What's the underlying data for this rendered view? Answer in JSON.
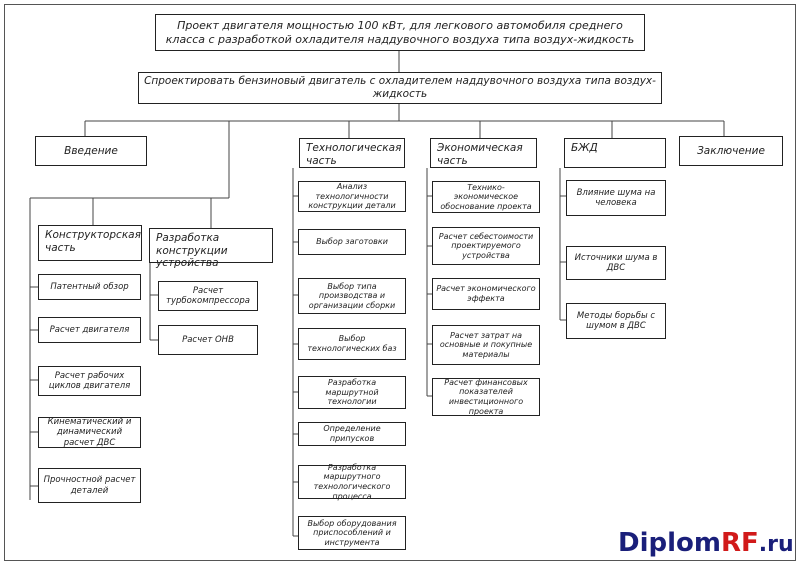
{
  "diagram": {
    "title": "Проект двигателя мощностью 100 кВт, для легкового автомобиля среднего класса с разработкой охладителя наддувочного воздуха типа воздух-жидкость",
    "goal": "Спроектировать бензиновый двигатель с охладителем наддувочного воздуха типа воздух-жидкость",
    "sections": {
      "intro": "Введение",
      "technological": "Технологическая часть",
      "economic": "Экономическая часть",
      "safety": "БЖД",
      "conclusion": "Заключение",
      "design": "Конструкторская часть",
      "device": "Разработка конструкции устройства"
    },
    "design_items": [
      "Патентный обзор",
      "Расчет двигателя",
      "Расчет рабочих циклов двигателя",
      "Кинематический и динамический расчет ДВС",
      "Прочностной расчет деталей"
    ],
    "device_items": [
      "Расчет турбокомпрессора",
      "Расчет ОНВ"
    ],
    "tech_items": [
      "Анализ технологичности конструкции детали",
      "Выбор заготовки",
      "Выбор типа производства и организации сборки",
      "Выбор технологических баз",
      "Разработка маршрутной технологии",
      "Определение припусков",
      "Разработка маршрутного технологического процесса",
      "Выбор оборудования приспособлений и инструмента"
    ],
    "econ_items": [
      "Технико-экономическое обоснование проекта",
      "Расчет себестоимости проектируемого устройства",
      "Расчет экономического эффекта",
      "Расчет затрат на основные и покупные материалы",
      "Расчет финансовых показателей инвестиционного проекта"
    ],
    "safety_items": [
      "Влияние шума на человека",
      "Источники шума в ДВС",
      "Методы борьбы с шумом в ДВС"
    ]
  },
  "watermark": {
    "part1": "Diplom",
    "part2": "RF",
    "part3": ".ru"
  }
}
